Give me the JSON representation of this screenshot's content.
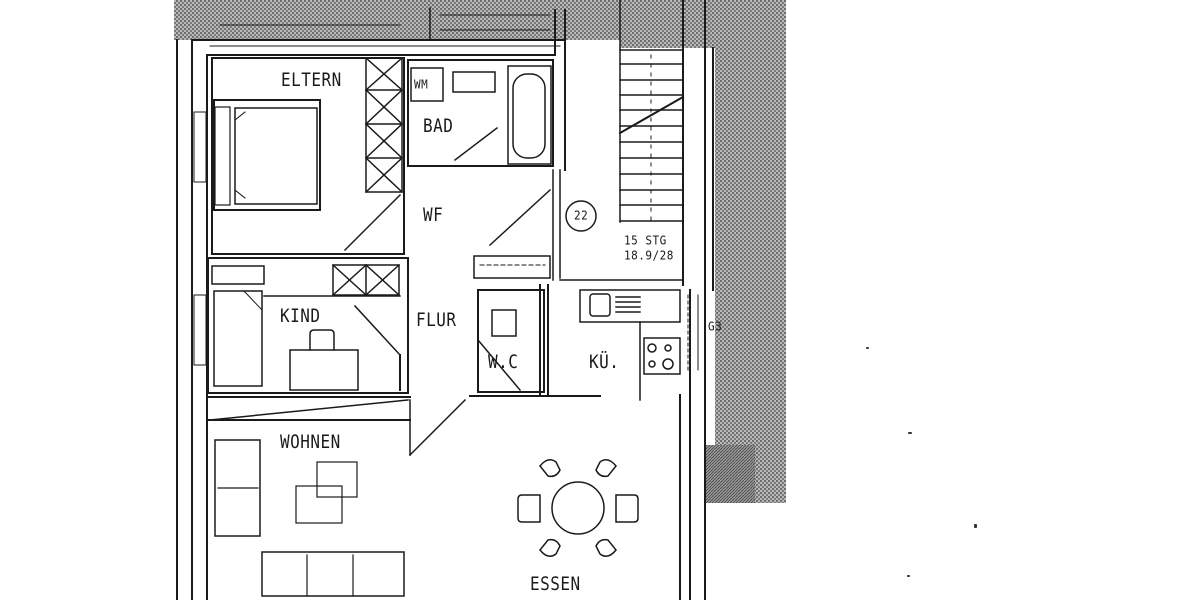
{
  "plan": {
    "rooms": [
      {
        "id": "eltern",
        "label": "ELTERN"
      },
      {
        "id": "bad",
        "label": "BAD"
      },
      {
        "id": "wm",
        "label": "WM"
      },
      {
        "id": "wf",
        "label": "WF"
      },
      {
        "id": "kind",
        "label": "KIND"
      },
      {
        "id": "flur",
        "label": "FLUR"
      },
      {
        "id": "wc",
        "label": "W.C"
      },
      {
        "id": "kueche",
        "label": "KÜ."
      },
      {
        "id": "wohnen",
        "label": "WOHNEN"
      },
      {
        "id": "essen",
        "label": "ESSEN"
      }
    ],
    "unit_number": "22",
    "stair": {
      "steps": "15 STG",
      "dimension": "18.9/28"
    },
    "exterior_label": "G3"
  },
  "colors": {
    "line": "#1a1a1a",
    "hatch": "#9a9a9a",
    "background": "#ffffff"
  }
}
